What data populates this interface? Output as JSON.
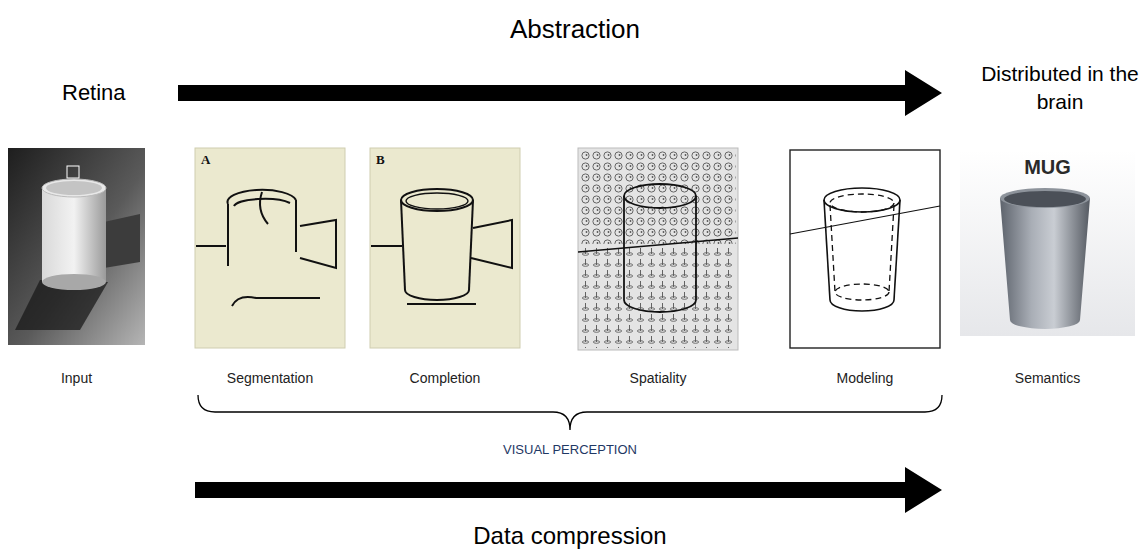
{
  "diagram": {
    "nodes": [
      {
        "text": [
          "Input"
        ]
      },
      {
        "text": [
          "A",
          "Segmentation"
        ]
      },
      {
        "text": [
          "B",
          "Completion"
        ]
      },
      {
        "text": [
          "Spatiality"
        ]
      },
      {
        "text": [
          "Modeling"
        ]
      },
      {
        "text": [
          "MUG",
          "Semantics"
        ]
      }
    ],
    "labels": [
      "Abstraction",
      "Retina",
      "Distributed in the brain",
      "VISUAL PERCEPTION",
      "Data compression"
    ]
  }
}
